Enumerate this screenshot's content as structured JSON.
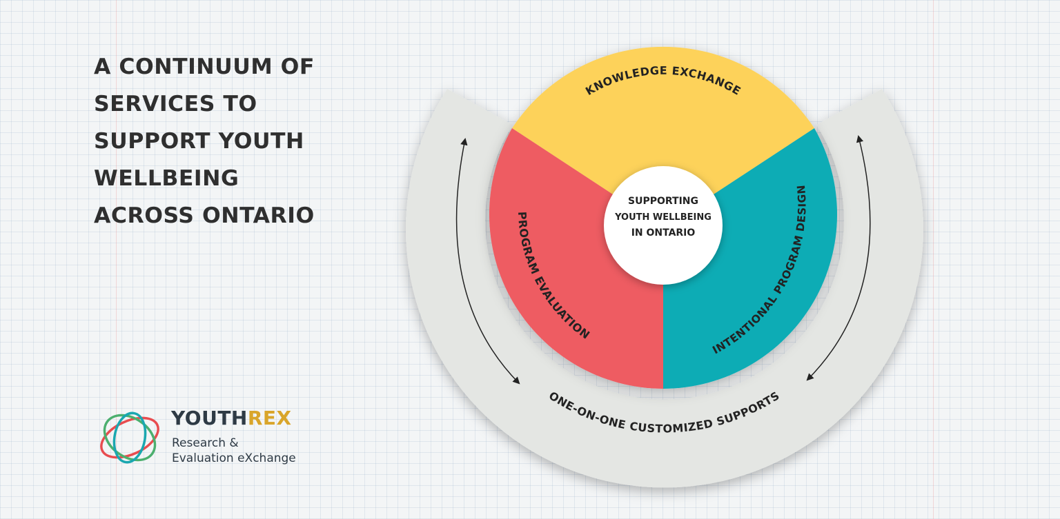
{
  "headline": {
    "lines": [
      "A CONTINUUM OF",
      "SERVICES TO",
      "SUPPORT YOUTH",
      "WELLBEING",
      "ACROSS ONTARIO"
    ]
  },
  "diagram": {
    "center_lines": [
      "SUPPORTING",
      "YOUTH WELLBEING",
      "IN ONTARIO"
    ],
    "segments": {
      "knowledge_exchange": {
        "label": "KNOWLEDGE EXCHANGE",
        "color": "#fdd25a"
      },
      "program_evaluation": {
        "label": "PROGRAM EVALUATION",
        "color": "#ee5b62"
      },
      "intentional_design": {
        "label": "INTENTIONAL PROGRAM DESIGN",
        "color": "#0aacb5"
      }
    },
    "outer_ring": {
      "label": "ONE-ON-ONE CUSTOMIZED SUPPORTS",
      "color": "#e4e6e3"
    }
  },
  "logo": {
    "word_part1": "YOUTH",
    "word_part2": "REX",
    "sub_lines": [
      "Research &",
      "Evaluation eXchange"
    ],
    "colors": {
      "primary": "#2e3a45",
      "accent": "#d9a52a",
      "ring_red": "#e84c4f",
      "ring_green": "#4caf6e",
      "ring_teal": "#1aa7b0"
    }
  }
}
